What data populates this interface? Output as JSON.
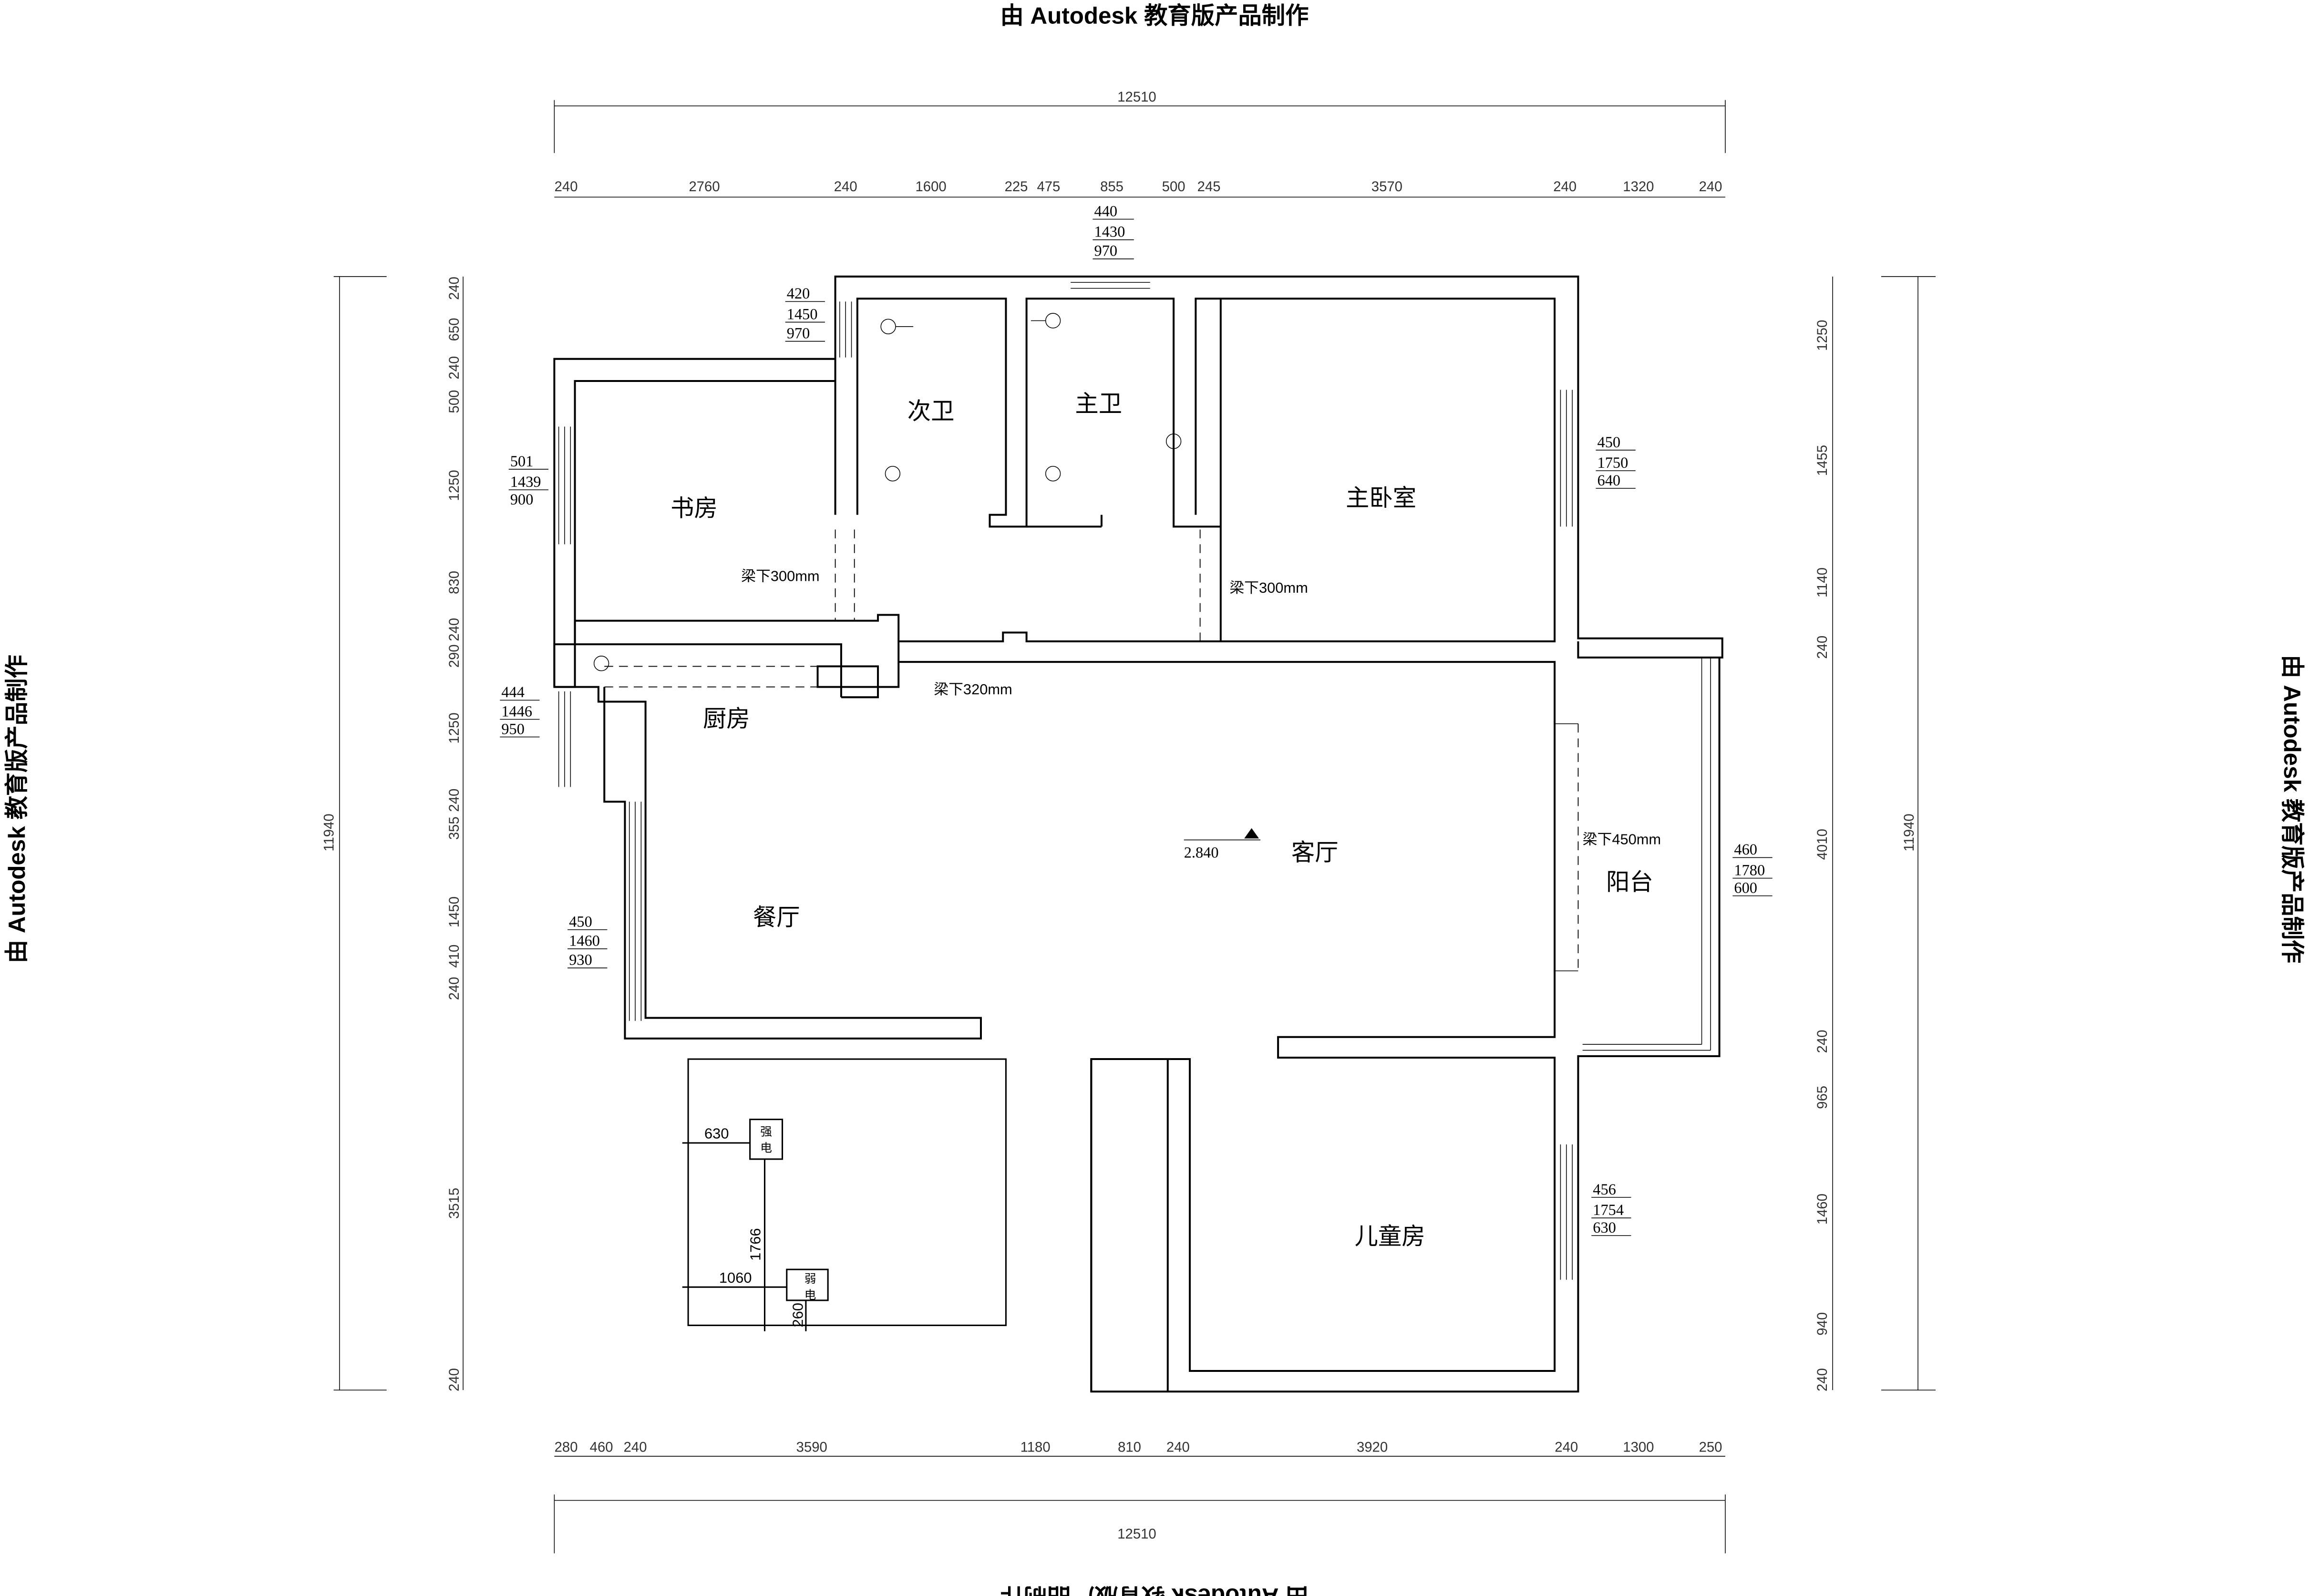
{
  "watermark": "由 Autodesk 教育版产品制作",
  "rooms": {
    "study": "书房",
    "second_bath": "次卫",
    "master_bath": "主卫",
    "master_bedroom": "主卧室",
    "kitchen": "厨房",
    "living_room": "客厅",
    "dining_room": "餐厅",
    "balcony": "阳台",
    "kids_room": "儿童房"
  },
  "elevation": "2.840",
  "beams": {
    "study": "梁下300mm",
    "master": "梁下300mm",
    "kitchen": "梁下320mm",
    "balcony": "梁下450mm"
  },
  "windows": {
    "top_bath": [
      "420",
      "1450",
      "970"
    ],
    "top_master_bath": [
      "440",
      "1430",
      "970"
    ],
    "study": [
      "501",
      "1439",
      "900"
    ],
    "kitchen": [
      "444",
      "1446",
      "950"
    ],
    "dining": [
      "450",
      "1460",
      "930"
    ],
    "master_bedroom": [
      "450",
      "1750",
      "640"
    ],
    "balcony": [
      "460",
      "1780",
      "600"
    ],
    "kids_room": [
      "456",
      "1754",
      "630"
    ]
  },
  "electrical": {
    "strong": [
      "强",
      "电"
    ],
    "weak": [
      "弱",
      "电"
    ],
    "dims": [
      "630",
      "1766",
      "1060",
      "260"
    ]
  },
  "dimensions": {
    "top_total": "12510",
    "top": [
      "240",
      "2760",
      "240",
      "1600",
      "225",
      "475",
      "855",
      "500",
      "245",
      "3570",
      "240",
      "1320",
      "240"
    ],
    "bottom_total": "12510",
    "bottom": [
      "280",
      "460",
      "240",
      "3590",
      "1180",
      "810",
      "240",
      "3920",
      "240",
      "1300",
      "250"
    ],
    "left_total": "11940",
    "left": [
      "240",
      "650",
      "240",
      "500",
      "1250",
      "830",
      "240",
      "290",
      "1250",
      "240",
      "355",
      "1450",
      "410",
      "240",
      "3515",
      "240"
    ],
    "right_total": "11940",
    "right": [
      "1250",
      "1455",
      "1140",
      "240",
      "4010",
      "240",
      "965",
      "1460",
      "940",
      "240"
    ]
  }
}
